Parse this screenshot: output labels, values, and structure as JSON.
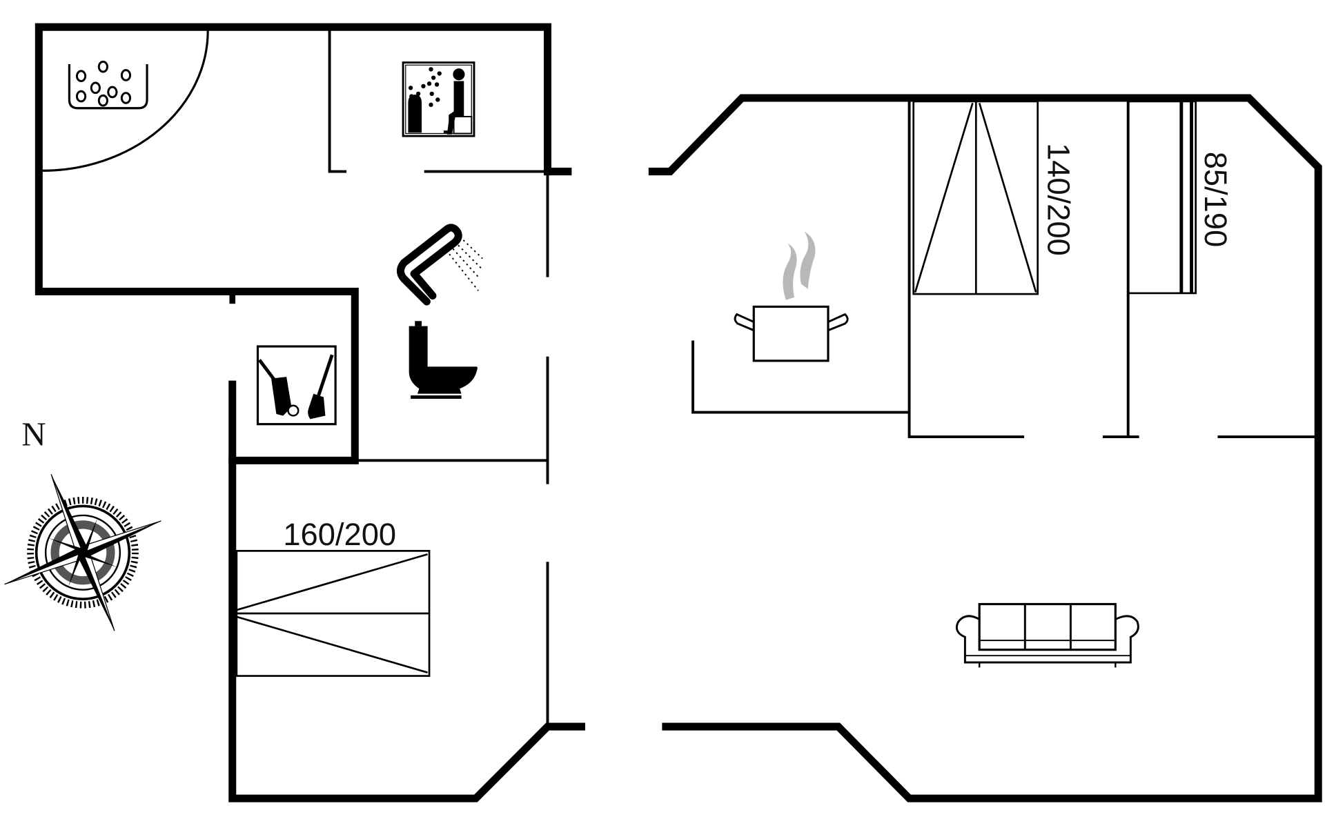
{
  "title": "Floor plan",
  "compass": {
    "label": "N",
    "icon": "compass-rose-icon"
  },
  "rooms": [
    {
      "name": "whirlpool-bathroom",
      "icon": "whirlpool-icon"
    },
    {
      "name": "sauna",
      "icon": "sauna-icon"
    },
    {
      "name": "bathroom",
      "icons": [
        "shower-icon",
        "toilet-icon"
      ]
    },
    {
      "name": "utility-room",
      "icon": "utility-room-icon"
    },
    {
      "name": "bedroom-1",
      "bed": "160/200"
    },
    {
      "name": "kitchen",
      "icon": "cooking-pot-icon"
    },
    {
      "name": "bedroom-2",
      "bed": "140/200"
    },
    {
      "name": "bedroom-3",
      "bed": "85/190"
    },
    {
      "name": "living-room",
      "icon": "sofa-icon"
    }
  ],
  "beds": {
    "double_left": "160/200",
    "double_top": "140/200",
    "single_top": "85/190"
  },
  "colors": {
    "walls": "#000000",
    "steam": "#b8b8b8",
    "background": "#ffffff"
  }
}
